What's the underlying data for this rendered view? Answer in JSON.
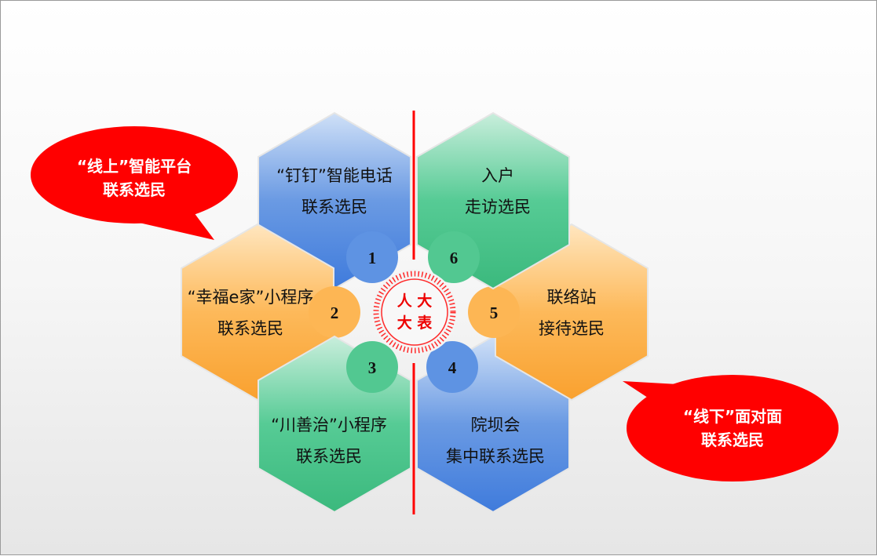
{
  "callouts": {
    "online": {
      "line1": "“线上”智能平台",
      "line2": "联系选民"
    },
    "offline": {
      "line1": "“线下”面对面",
      "line2": "联系选民"
    }
  },
  "center": {
    "line1": "人 大",
    "line2": "大 表"
  },
  "items": [
    {
      "number": "1",
      "line1": "“钉钉”智能电话",
      "line2": "联系选民",
      "color": "blue"
    },
    {
      "number": "2",
      "line1": "“幸福e家”小程序",
      "line2": "联系选民",
      "color": "orange"
    },
    {
      "number": "3",
      "line1": "“川善治”小程序",
      "line2": "联系选民",
      "color": "green"
    },
    {
      "number": "4",
      "line1": "院坝会",
      "line2": "集中联系选民",
      "color": "blue"
    },
    {
      "number": "5",
      "line1": "联络站",
      "line2": "接待选民",
      "color": "orange"
    },
    {
      "number": "6",
      "line1": "入户",
      "line2": "走访选民",
      "color": "green"
    }
  ],
  "colors": {
    "accent": "#ff0000",
    "blue": "#5b8fe0",
    "green": "#4cc78e",
    "orange": "#fdb550"
  }
}
